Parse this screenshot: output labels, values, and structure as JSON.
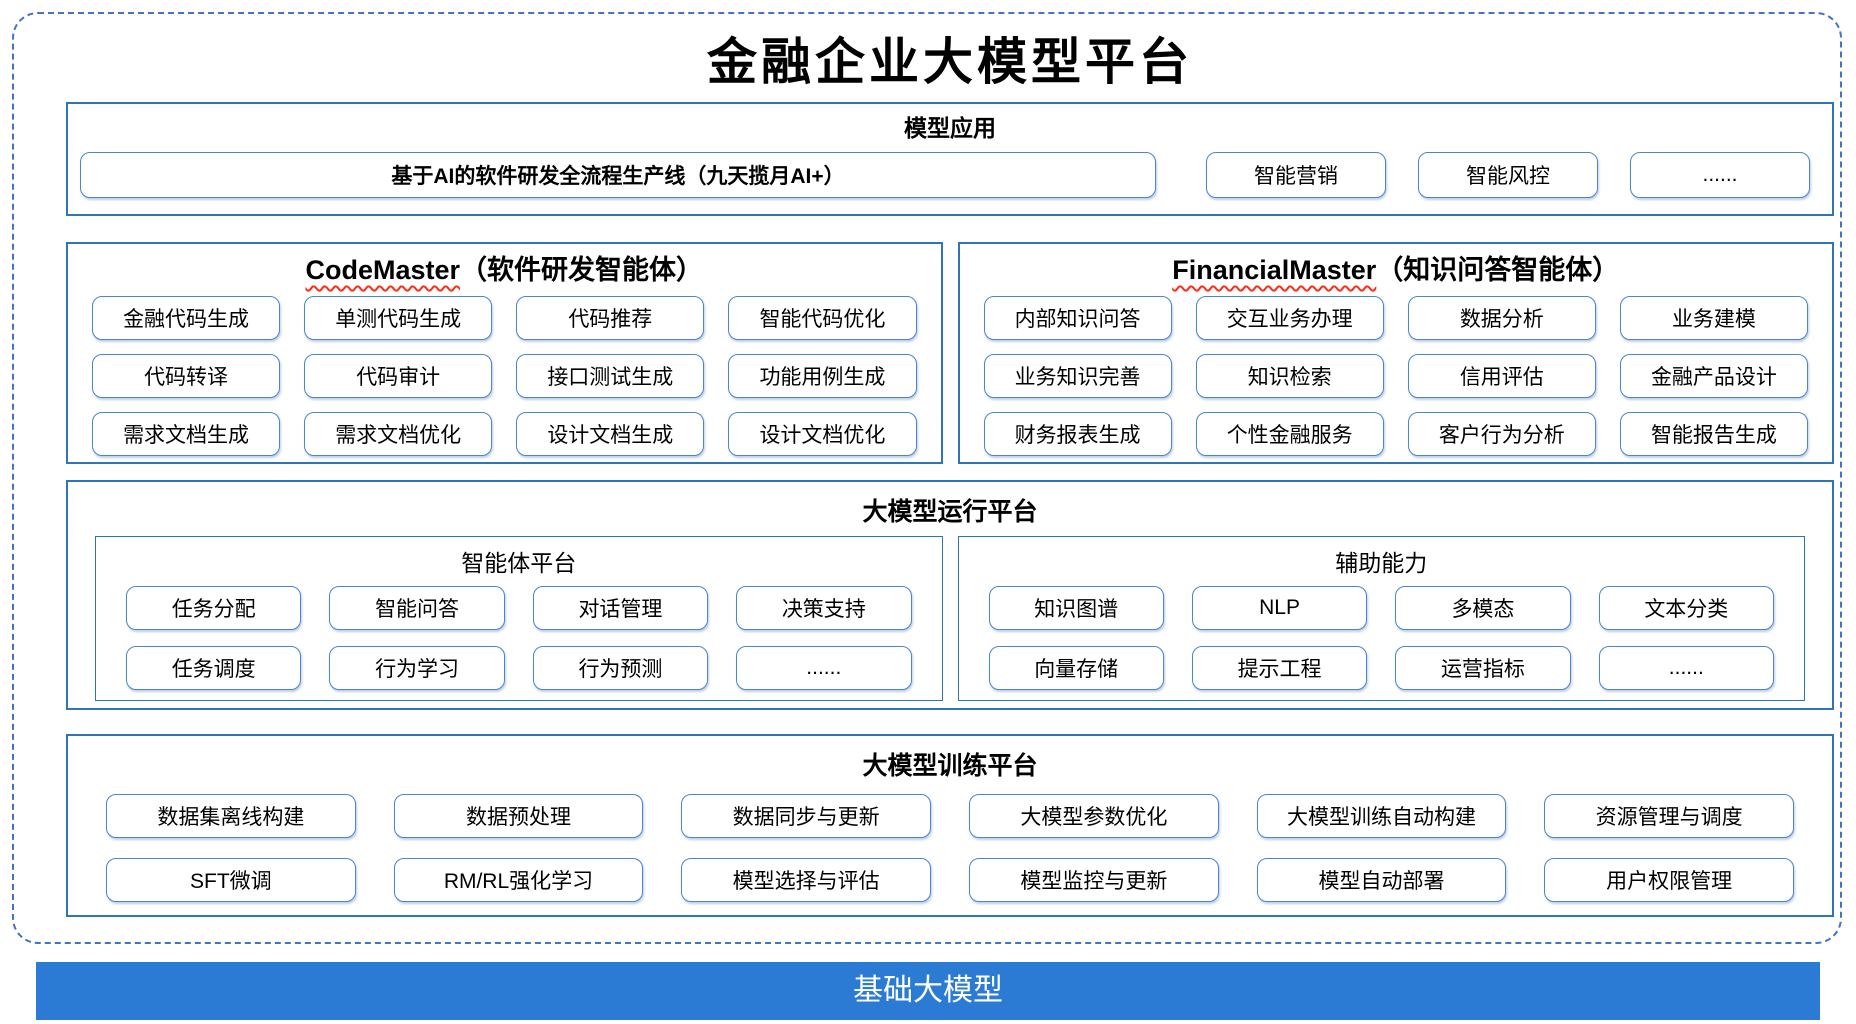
{
  "title": "金融企业大模型平台",
  "colors": {
    "section_border": "#2E75B6",
    "pill_border": "#4A86C8",
    "dashed_border": "#4473C5",
    "foundation_bar": "#2B7BD4",
    "spellcheck_underline": "#FF2D16",
    "text": "#000000",
    "foundation_text": "#FFFFFF"
  },
  "sections": {
    "model_apps": {
      "header": "模型应用",
      "main_item": "基于AI的软件研发全流程生产线（九天揽月AI+）",
      "items": [
        "智能营销",
        "智能风控",
        "......"
      ]
    },
    "code_master": {
      "name": "CodeMaster",
      "subtitle": "（软件研发智能体）",
      "items": [
        "金融代码生成",
        "单测代码生成",
        "代码推荐",
        "智能代码优化",
        "代码转译",
        "代码审计",
        "接口测试生成",
        "功能用例生成",
        "需求文档生成",
        "需求文档优化",
        "设计文档生成",
        "设计文档优化"
      ]
    },
    "financial_master": {
      "name": "FinancialMaster",
      "subtitle": "（知识问答智能体）",
      "items": [
        "内部知识问答",
        "交互业务办理",
        "数据分析",
        "业务建模",
        "业务知识完善",
        "知识检索",
        "信用评估",
        "金融产品设计",
        "财务报表生成",
        "个性金融服务",
        "客户行为分析",
        "智能报告生成"
      ]
    },
    "runtime_platform": {
      "header": "大模型运行平台",
      "agent_platform": {
        "header": "智能体平台",
        "items": [
          "任务分配",
          "智能问答",
          "对话管理",
          "决策支持",
          "任务调度",
          "行为学习",
          "行为预测",
          "......"
        ]
      },
      "aux_capability": {
        "header": "辅助能力",
        "items": [
          "知识图谱",
          "NLP",
          "多模态",
          "文本分类",
          "向量存储",
          "提示工程",
          "运营指标",
          "......"
        ]
      }
    },
    "training_platform": {
      "header": "大模型训练平台",
      "items": [
        "数据集离线构建",
        "数据预处理",
        "数据同步与更新",
        "大模型参数优化",
        "大模型训练自动构建",
        "资源管理与调度",
        "SFT微调",
        "RM/RL强化学习",
        "模型选择与评估",
        "模型监控与更新",
        "模型自动部署",
        "用户权限管理"
      ]
    },
    "foundation": {
      "label": "基础大模型"
    }
  }
}
